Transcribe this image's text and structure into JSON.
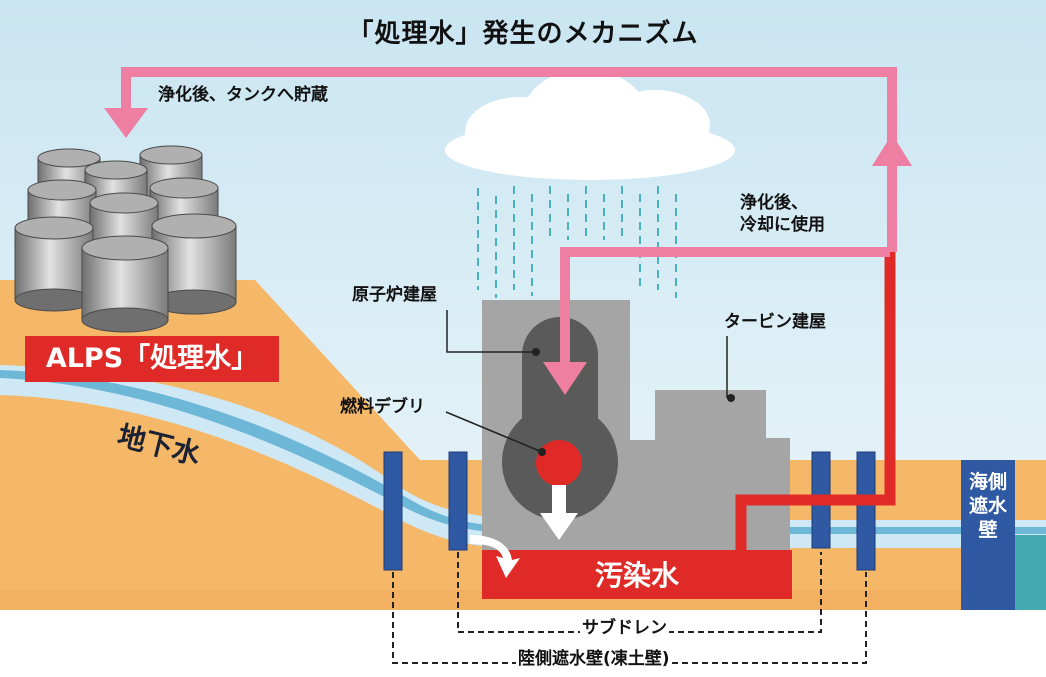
{
  "title": "「処理水」発生のメカニズム",
  "labels": {
    "tank_storage": "浄化後、タンクへ貯蔵",
    "cooling_line1": "浄化後、",
    "cooling_line2": "冷却に使用",
    "reactor_building": "原子炉建屋",
    "turbine_building": "タービン建屋",
    "fuel_debris": "燃料デブリ",
    "groundwater": "地下水",
    "alps_treated_water": "ALPS「処理水」",
    "contaminated_water": "汚染水",
    "subdrain": "サブドレン",
    "land_side_wall": "陸側遮水壁(凍土壁)",
    "sea_side_wall": "海側遮水壁"
  },
  "colors": {
    "sky": "#d7ecf5",
    "ground": "#f4b868",
    "water_light": "#e8f4fa",
    "water_blue": "#6db7d7",
    "building": "#a5a5a5",
    "reactor_vessel": "#5a5a5a",
    "pink_flow": "#ee7ea2",
    "red": "#e02a27",
    "wall_blue": "#2f59a3",
    "sea": "#45a9b0"
  }
}
